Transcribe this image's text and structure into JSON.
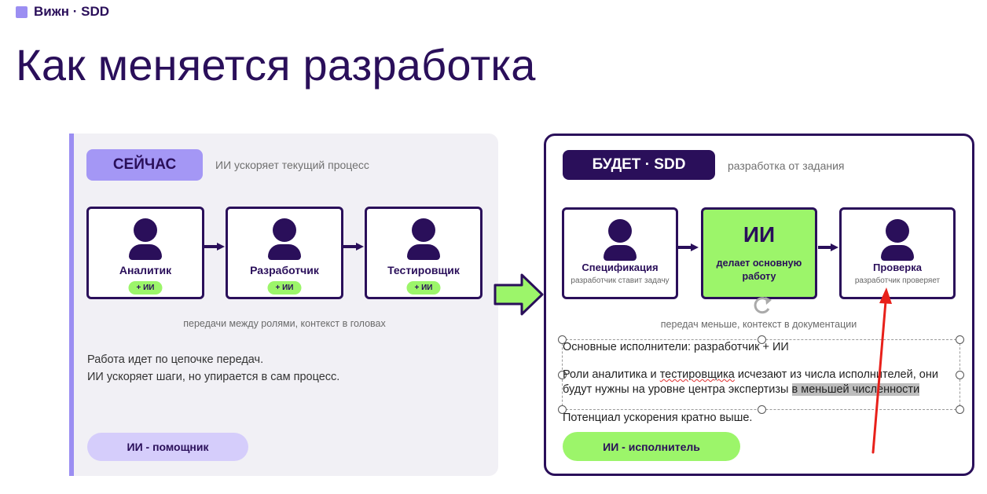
{
  "header": {
    "tag": "Вижн · SDD",
    "title": "Как меняется разработка"
  },
  "now": {
    "pill": "СЕЙЧАС",
    "subtitle": "ИИ ускоряет текущий процесс",
    "cards": [
      {
        "label": "Аналитик",
        "badge": "+ ИИ"
      },
      {
        "label": "Разработчик",
        "badge": "+ ИИ"
      },
      {
        "label": "Тестировщик",
        "badge": "+ ИИ"
      }
    ],
    "caption": "передачи между ролями, контекст в головах",
    "text_line1": "Работа идет по цепочке передач.",
    "text_line2": "ИИ ускоряет шаги, но упирается в сам процесс.",
    "bottom": "ИИ - помощник"
  },
  "will": {
    "pill": "БУДЕТ · SDD",
    "subtitle": "разработка от задания",
    "spec": {
      "label": "Спецификация",
      "desc": "разработчик ставит задачу"
    },
    "ai": {
      "title": "ИИ",
      "desc_line1": "делает основную",
      "desc_line2": "работу"
    },
    "check": {
      "label": "Проверка",
      "desc": "разработчик проверяет"
    },
    "caption": "передач меньше, контекст в документации",
    "editor": {
      "line1": "Основные исполнители: разработчик + ИИ",
      "line2_a": "Роли аналитика и ",
      "line2_b": "тестировщика",
      "line2_c": " исчезают из числа исполнителей, они",
      "line3_a": "будут нужны на уровне центра экспертизы ",
      "line3_b": "в меньшей численности",
      "line4": "Потенциал ускорения кратно выше."
    },
    "bottom": "ИИ - исполнитель"
  },
  "colors": {
    "dark_purple": "#2a0f5a",
    "lavender": "#a497f5",
    "light_lavender": "#d5cdfb",
    "green": "#9cf56a",
    "annotation_red": "#e8201a"
  },
  "icons": [
    "person-icon",
    "arrow-right-icon",
    "rotate-handle-icon",
    "annotation-arrow"
  ]
}
